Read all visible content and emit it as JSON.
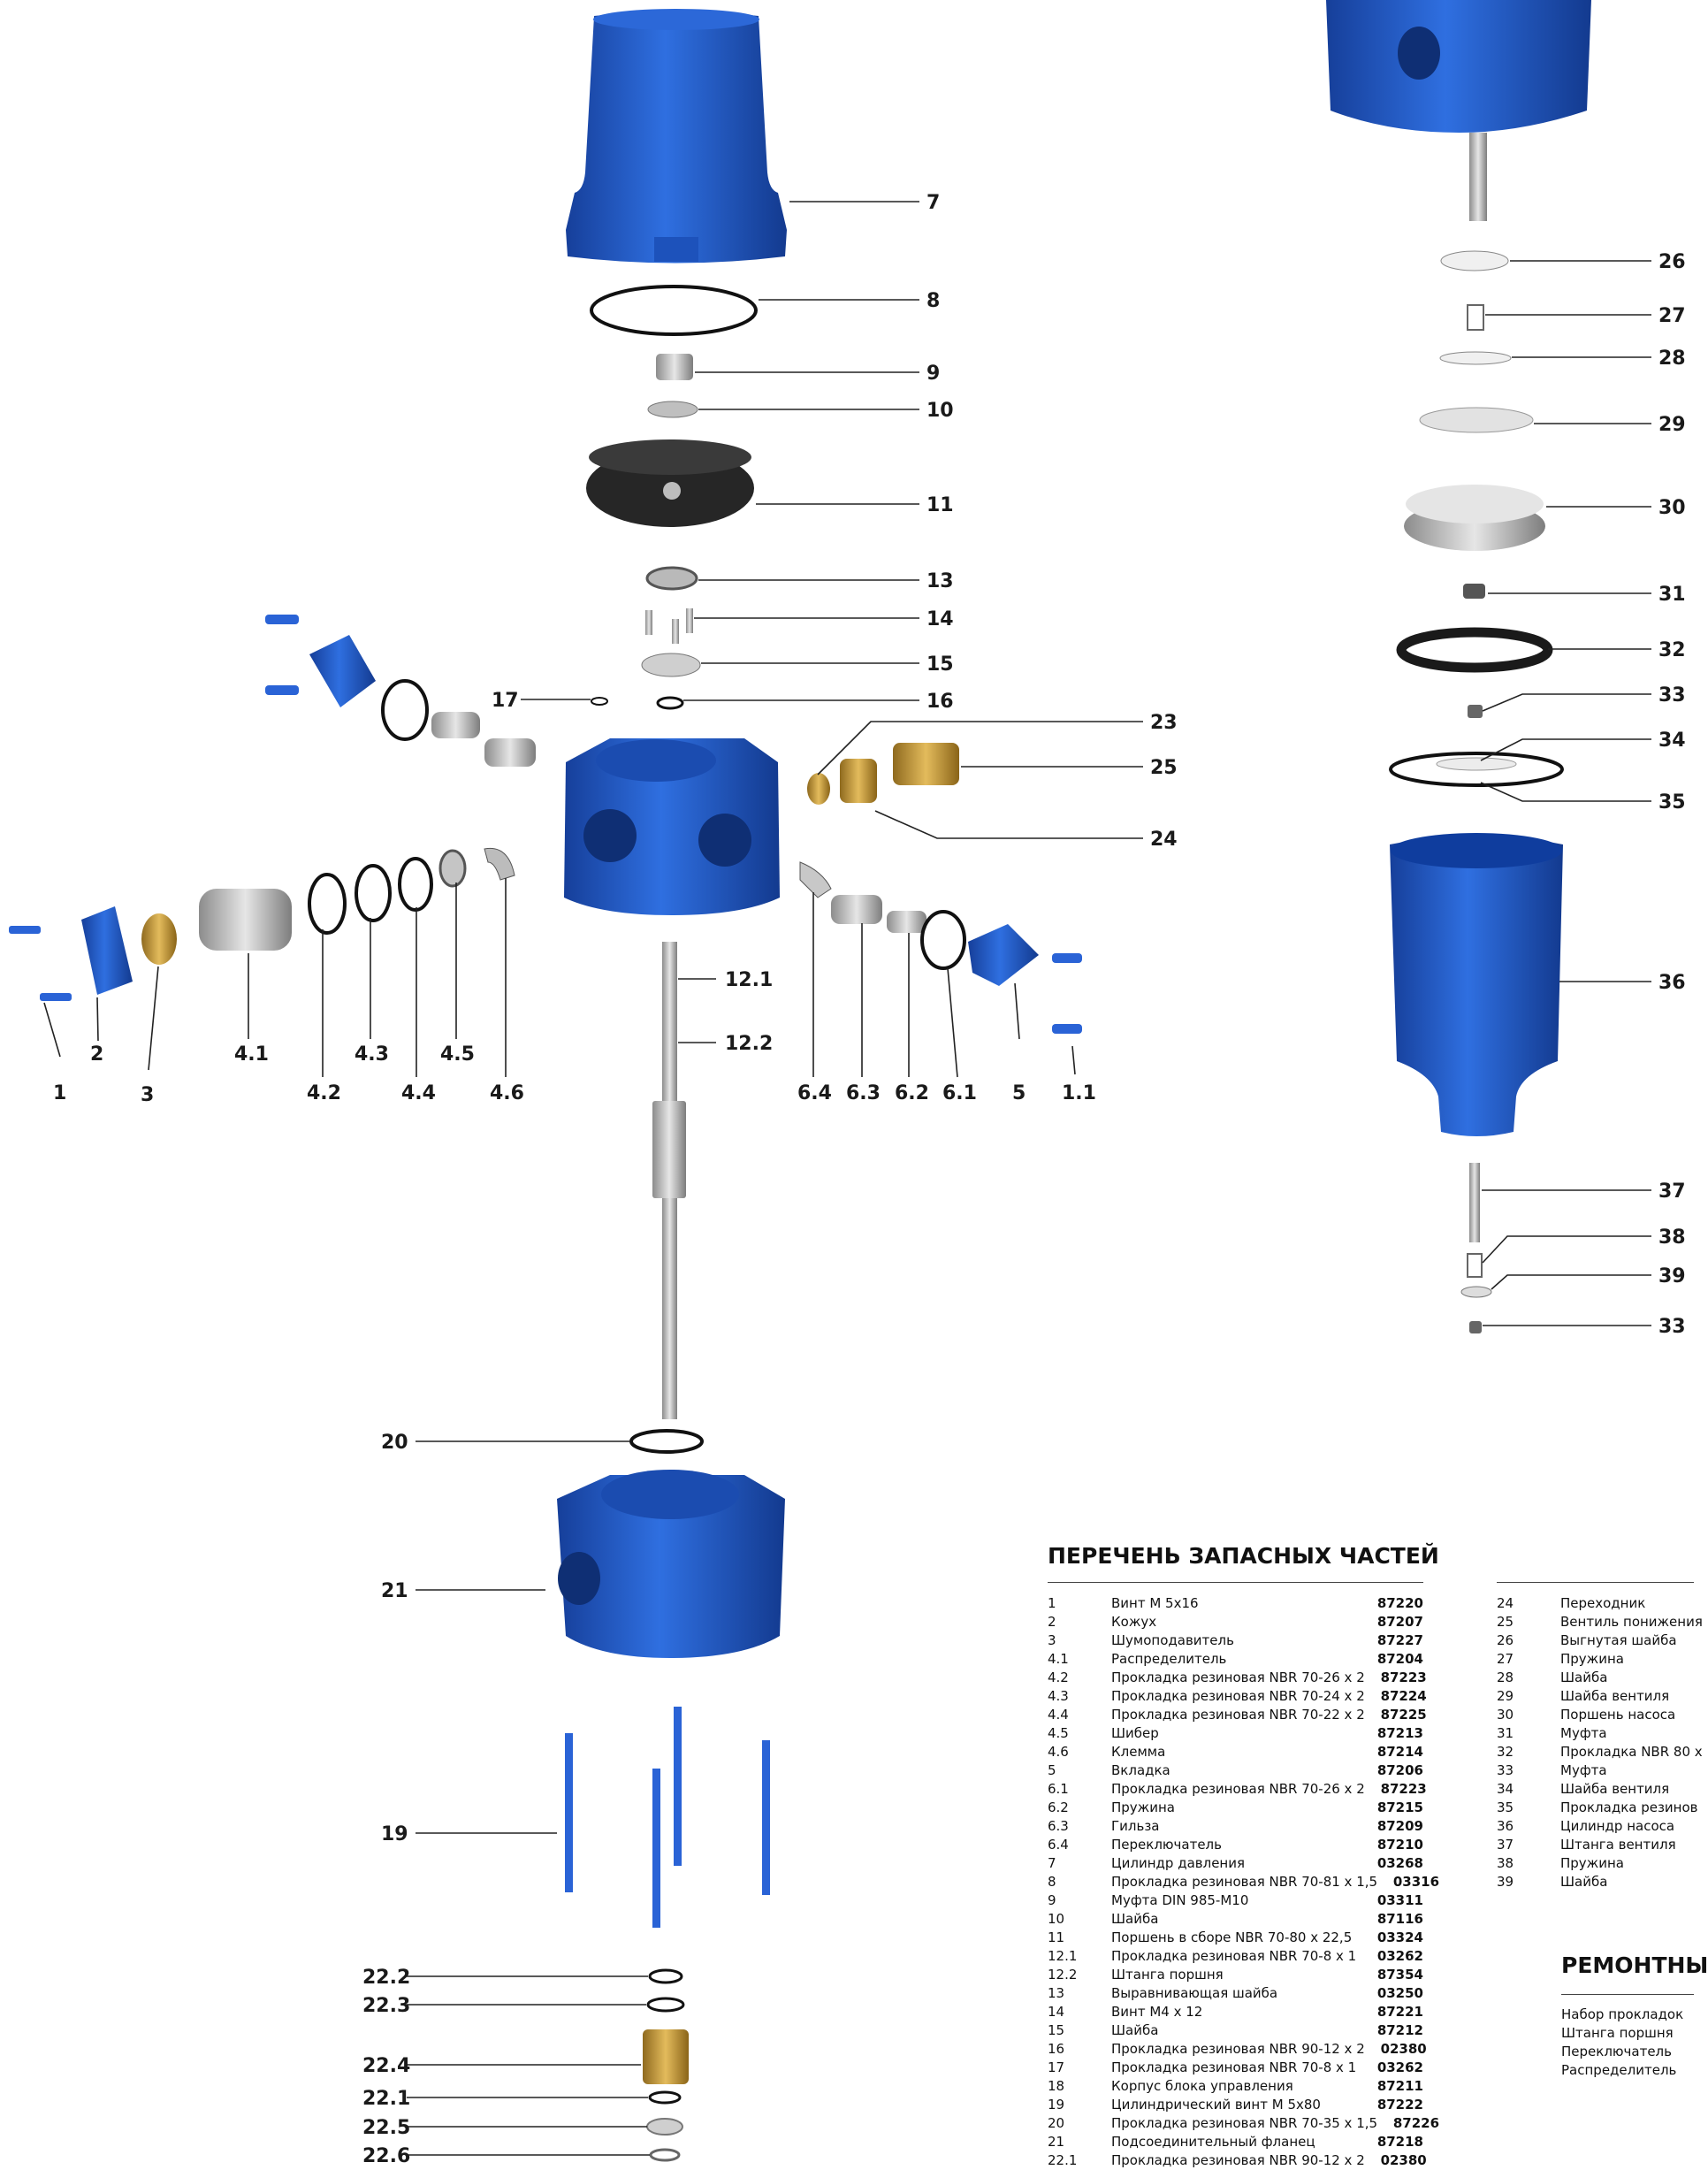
{
  "callouts": [
    "1",
    "1.1",
    "2",
    "3",
    "4.1",
    "4.2",
    "4.3",
    "4.4",
    "4.5",
    "4.6",
    "5",
    "6.1",
    "6.2",
    "6.3",
    "6.4",
    "7",
    "8",
    "9",
    "10",
    "11",
    "12.1",
    "12.2",
    "13",
    "14",
    "15",
    "16",
    "17",
    "19",
    "20",
    "21",
    "22.1",
    "22.2",
    "22.3",
    "22.4",
    "22.5",
    "22.6",
    "23",
    "24",
    "25",
    "26",
    "27",
    "28",
    "29",
    "30",
    "31",
    "32",
    "33",
    "33",
    "34",
    "35",
    "36",
    "37",
    "38",
    "39"
  ],
  "parts_list": {
    "title": "ПЕРЕЧЕНЬ ЗАПАСНЫХ ЧАСТЕЙ",
    "left": [
      {
        "num": "1",
        "name": "Винт М 5х16",
        "code": "87220"
      },
      {
        "num": "2",
        "name": "Кожух",
        "code": "87207"
      },
      {
        "num": "3",
        "name": "Шумоподавитель",
        "code": "87227"
      },
      {
        "num": "4.1",
        "name": "Распределитель",
        "code": "87204"
      },
      {
        "num": "4.2",
        "name": "Прокладка резиновая NBR 70-26 x 2",
        "code": "87223"
      },
      {
        "num": "4.3",
        "name": "Прокладка резиновая NBR 70-24 x 2",
        "code": "87224"
      },
      {
        "num": "4.4",
        "name": "Прокладка резиновая NBR 70-22 x 2",
        "code": "87225"
      },
      {
        "num": "4.5",
        "name": "Шибер",
        "code": "87213"
      },
      {
        "num": "4.6",
        "name": "Клемма",
        "code": "87214"
      },
      {
        "num": "5",
        "name": "Вкладка",
        "code": "87206"
      },
      {
        "num": "6.1",
        "name": "Прокладка резиновая NBR 70-26 x 2",
        "code": "87223"
      },
      {
        "num": "6.2",
        "name": "Пружина",
        "code": "87215"
      },
      {
        "num": "6.3",
        "name": "Гильза",
        "code": "87209"
      },
      {
        "num": "6.4",
        "name": "Переключатель",
        "code": "87210"
      },
      {
        "num": "7",
        "name": "Цилиндр давления",
        "code": "03268"
      },
      {
        "num": "8",
        "name": "Прокладка резиновая NBR 70-81 x 1,5",
        "code": "03316"
      },
      {
        "num": "9",
        "name": "Муфта DIN 985-M10",
        "code": "03311"
      },
      {
        "num": "10",
        "name": "Шайба",
        "code": "87116"
      },
      {
        "num": "11",
        "name": "Поршень в сборе NBR 70-80 x 22,5",
        "code": "03324"
      },
      {
        "num": "12.1",
        "name": "Прокладка резиновая NBR 70-8 x 1",
        "code": "03262"
      },
      {
        "num": "12.2",
        "name": "Штанга поршня",
        "code": "87354"
      },
      {
        "num": "13",
        "name": "Выравнивающая шайба",
        "code": "03250"
      },
      {
        "num": "14",
        "name": "Винт М4 x 12",
        "code": "87221"
      },
      {
        "num": "15",
        "name": "Шайба",
        "code": "87212"
      },
      {
        "num": "16",
        "name": "Прокладка резиновая NBR 90-12 x 2",
        "code": "02380"
      },
      {
        "num": "17",
        "name": "Прокладка резиновая NBR 70-8 x 1",
        "code": "03262"
      },
      {
        "num": "18",
        "name": "Корпус блока управления",
        "code": "87211"
      },
      {
        "num": "19",
        "name": "Цилиндрический винт М 5x80",
        "code": "87222"
      },
      {
        "num": "20",
        "name": "Прокладка резиновая NBR 70-35 x 1,5",
        "code": "87226"
      },
      {
        "num": "21",
        "name": "Подсоединительный фланец",
        "code": "87218"
      },
      {
        "num": "22.1",
        "name": "Прокладка резиновая NBR 90-12 x 2",
        "code": "02380"
      }
    ],
    "right": [
      {
        "num": "24",
        "name": "Переходник"
      },
      {
        "num": "25",
        "name": "Вентиль понижения"
      },
      {
        "num": "26",
        "name": "Выгнутая шайба"
      },
      {
        "num": "27",
        "name": "Пружина"
      },
      {
        "num": "28",
        "name": "Шайба"
      },
      {
        "num": "29",
        "name": "Шайба вентиля"
      },
      {
        "num": "30",
        "name": "Поршень насоса"
      },
      {
        "num": "31",
        "name": "Муфта"
      },
      {
        "num": "32",
        "name": "Прокладка NBR 80 x"
      },
      {
        "num": "33",
        "name": "Муфта"
      },
      {
        "num": "34",
        "name": "Шайба вентиля"
      },
      {
        "num": "35",
        "name": "Прокладка резинов"
      },
      {
        "num": "36",
        "name": "Цилиндр насоса"
      },
      {
        "num": "37",
        "name": "Штанга вентиля"
      },
      {
        "num": "38",
        "name": "Пружина"
      },
      {
        "num": "39",
        "name": "Шайба"
      }
    ]
  },
  "repair": {
    "title": "РЕМОНТНЫ",
    "items": [
      "Набор прокладок",
      "Штанга поршня",
      "Переключатель",
      "Распределитель"
    ]
  },
  "colors": {
    "blue": "#1f5fd0",
    "brass": "#c69a3c",
    "steel": "#c8c8c8",
    "rubber": "#1a1a1a"
  }
}
